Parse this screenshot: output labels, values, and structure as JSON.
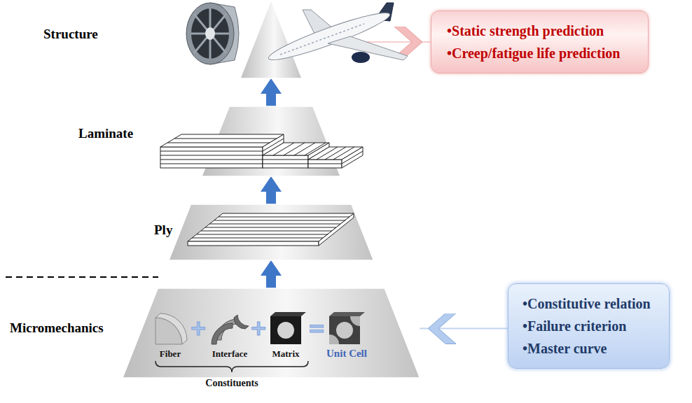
{
  "diagram": {
    "nodes": [
      {
        "text": [
          "Structure"
        ]
      },
      {
        "text": [
          "•Static strength prediction",
          "•Creep/fatigue life prediction"
        ]
      },
      {
        "text": [
          "Laminate"
        ]
      },
      {
        "text": [
          "Ply"
        ]
      },
      {
        "text": [
          "Micromechanics"
        ]
      },
      {
        "text": [
          "•Constitutive relation",
          "•Failure criterion",
          "•Master curve"
        ]
      }
    ],
    "edges": [
      {
        "from": 4,
        "to": 3,
        "arrow": "to"
      },
      {
        "from": 3,
        "to": 2,
        "arrow": "to"
      },
      {
        "from": 2,
        "to": 0,
        "arrow": "to"
      },
      {
        "from": 0,
        "to": 1,
        "arrow": "to"
      },
      {
        "from": 5,
        "to": 4,
        "arrow": "to"
      }
    ],
    "labels": [
      "Fiber",
      "+",
      "Interface",
      "+",
      "Matrix",
      "=",
      "Unit Cell",
      "Constituents"
    ]
  }
}
